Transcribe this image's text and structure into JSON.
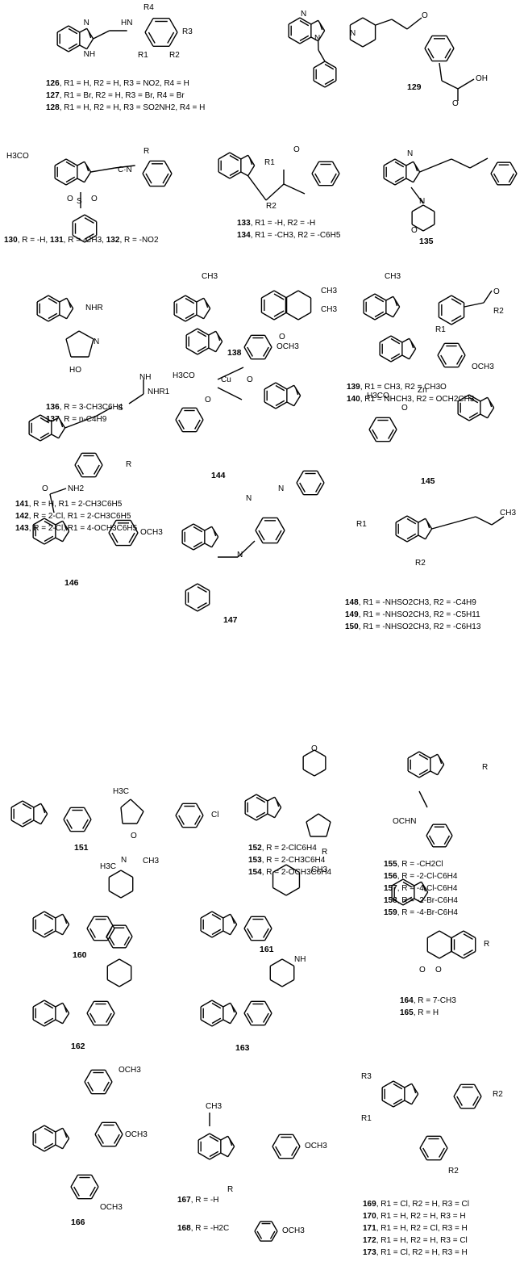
{
  "compounds": [
    {
      "id": "126",
      "name_line": "126, R1 = H, R2 = H, R3 = NO2, R4 = H"
    },
    {
      "id": "127",
      "name_line": "127, R1 = Br, R2 = H, R3 = Br, R4 = Br"
    },
    {
      "id": "128",
      "name_line": "128, R1 = H, R2 = H, R3 = SO2NH2, R4 = H"
    },
    {
      "id": "129"
    },
    {
      "id": "130_132",
      "name_line": "130, R = -H, 131, R = -CH3, 132, R = -NO2"
    },
    {
      "id": "133",
      "name_line": "133, R1 = -H, R2 = -H"
    },
    {
      "id": "134",
      "name_line": "134, R1 = -CH3, R2 = -C6H5"
    },
    {
      "id": "135"
    },
    {
      "id": "136",
      "name_line": "136, R = 3-CH3C6H4"
    },
    {
      "id": "137",
      "name_line": "137, R = n-C4H9"
    },
    {
      "id": "138"
    },
    {
      "id": "139",
      "name_line": "139, R1 = CH3, R2 = CH3"
    },
    {
      "id": "140",
      "name_line": "140, R1 = NHCH3, R2 = OCH2CH3"
    },
    {
      "id": "141",
      "name_line": "141, R = H, R1 = 2-CH3C6H5"
    },
    {
      "id": "142",
      "name_line": "142, R = 2-Cl, R1 = 2-CH3C6H5"
    },
    {
      "id": "143",
      "name_line": "143, R = 2-Cl, R1 = 4-OCH3C6H5"
    },
    {
      "id": "144"
    },
    {
      "id": "145"
    },
    {
      "id": "146"
    },
    {
      "id": "147"
    },
    {
      "id": "148",
      "name_line": "148, R1 = -NHSO2CH3, R2 = -C4H9"
    },
    {
      "id": "149",
      "name_line": "149, R1 = -NHSO2CH3, R2 = -C5H11"
    },
    {
      "id": "150",
      "name_line": "150, R1 = -NHSO2CH3, R2 = -C6H13"
    },
    {
      "id": "151"
    },
    {
      "id": "152",
      "name_line": "152, R = 2-ClC6H4"
    },
    {
      "id": "153",
      "name_line": "153, R = 2-CH3C6H4"
    },
    {
      "id": "154",
      "name_line": "154, R = 2-OCH3C6H4"
    },
    {
      "id": "155",
      "name_line": "155, R = -CH2Cl"
    },
    {
      "id": "156",
      "name_line": "156, R = -2-Cl-C6H4"
    },
    {
      "id": "157",
      "name_line": "157, R = -4-Cl-C6H4"
    },
    {
      "id": "158",
      "name_line": "158, R = -2-Br-C6H4"
    },
    {
      "id": "159",
      "name_line": "159, R = -4-Br-C6H4"
    },
    {
      "id": "160"
    },
    {
      "id": "161"
    },
    {
      "id": "162"
    },
    {
      "id": "163"
    },
    {
      "id": "164",
      "name_line": "164, R = 7-CH3"
    },
    {
      "id": "165",
      "name_line": "165, R = H"
    },
    {
      "id": "166"
    },
    {
      "id": "167",
      "name_line": "167, R = -H"
    },
    {
      "id": "168",
      "name_line": "168, R = -H2C-C6H4-OCH3"
    },
    {
      "id": "169",
      "name_line": "169, R1 = Cl, R2 = H, R3 = Cl"
    },
    {
      "id": "170",
      "name_line": "170, R1 = H, R2 = H, R3 = H"
    },
    {
      "id": "171",
      "name_line": "171, R1 = H, R2 = Cl, R3 = H"
    },
    {
      "id": "172",
      "name_line": "172, R1 = H, R2 = H, R3 = Cl"
    },
    {
      "id": "173",
      "name_line": "173, R1 = Cl, R2 = H, R3 = H"
    }
  ],
  "labels": {
    "id126": "126",
    "id127": "127",
    "id128": "128",
    "id129": "129",
    "id130": "130",
    "id131": "131",
    "id132": "132",
    "id133": "133",
    "id134": "134",
    "id135": "135",
    "id136": "136",
    "id137": "137",
    "id138": "138",
    "id139": "139",
    "id140": "140",
    "id141": "141",
    "id142": "142",
    "id143": "143",
    "id144": "144",
    "id145": "145",
    "id146": "146",
    "id147": "147",
    "id148": "148",
    "id149": "149",
    "id150": "150",
    "id151": "151",
    "id152": "152",
    "id153": "153",
    "id154": "154",
    "id155": "155",
    "id156": "156",
    "id157": "157",
    "id158": "158",
    "id159": "159",
    "id160": "160",
    "id161": "161",
    "id162": "162",
    "id163": "163",
    "id164": "164",
    "id165": "165",
    "id166": "166",
    "id167": "167",
    "id168": "168",
    "id169": "169",
    "id170": "170",
    "id171": "171",
    "id172": "172",
    "id173": "173"
  },
  "captions": {
    "c126": ", R1 = H, R2 = H, R3 = NO2, R4 = H",
    "c127": ", R1 = Br, R2 = H, R3 = Br, R4 = Br",
    "c128": ", R1 = H, R2 = H, R3 = SO2NH2, R4 = H",
    "c130": ", R = -H, ",
    "c131": ", R = -CH3, ",
    "c132": ", R = -NO2",
    "c133": ", R1 = -H, R2 = -H",
    "c134": ", R1 = -CH3, R2 = -C6H5",
    "c136": ", R = 3-CH3C6H4",
    "c137": ", R = n-C4H9",
    "c139": ", R1 = CH3, R2 = CH3",
    "c140": ", R1 = NHCH3, R2 = OCH2CH3",
    "c141": ", R = H, R1 = 2-CH3C6H5",
    "c142": ", R = 2-Cl, R1 = 2-CH3C6H5",
    "c143": ", R = 2-Cl, R1 = 4-OCH3C6H5",
    "c148": ", R1 = -NHSO2CH3, R2 = -C4H9",
    "c149": ", R1 = -NHSO2CH3, R2 = -C5H11",
    "c150": ", R1 = -NHSO2CH3, R2 = -C6H13",
    "c152": ", R = 2-ClC6H4",
    "c153": ", R = 2-CH3C6H4",
    "c154": ", R = 2-OCH3C6H4",
    "c155": ", R = -CH2Cl",
    "c156": ", R = -2-Cl-C6H4",
    "c157": ", R = -4-Cl-C6H4",
    "c158": ", R = -2-Br-C6H4",
    "c159": ", R = -4-Br-C6H4",
    "c164": ", R = 7-CH3",
    "c165": ", R = H",
    "c167": ", R = -H",
    "c168": ", R = -H2C",
    "c169": ", R1 = Cl, R2 = H, R3 = Cl",
    "c170": ", R1 = H, R2 = H, R3 = H",
    "c171": ", R1 = H, R2 = Cl, R3 = H",
    "c172": ", R1 = H, R2 = H, R3 = Cl",
    "c173": ", R1 = Cl, R2 = H, R3 = H"
  },
  "atoms": {
    "N": "N",
    "NH": "NH",
    "H": "H",
    "HN": "HN",
    "O": "O",
    "S": "S",
    "OH": "OH",
    "Cl": "Cl",
    "OCH3": "OCH3",
    "H3CO": "H3CO",
    "H3C": "H3C",
    "CH3": "CH3",
    "NHR": "NHR",
    "NHR1": "NHR1",
    "R": "R",
    "R1": "R1",
    "R2": "R2",
    "R3": "R3",
    "R4": "R4",
    "NH2": "NH2",
    "Cu": "Cu",
    "Zn": "Zn",
    "HO": "HO",
    "CHN": "C·N",
    "CH2": "H2",
    "OCHN": "OCHN",
    "CH2CH3": "CH3",
    "H2C": "H2C"
  }
}
